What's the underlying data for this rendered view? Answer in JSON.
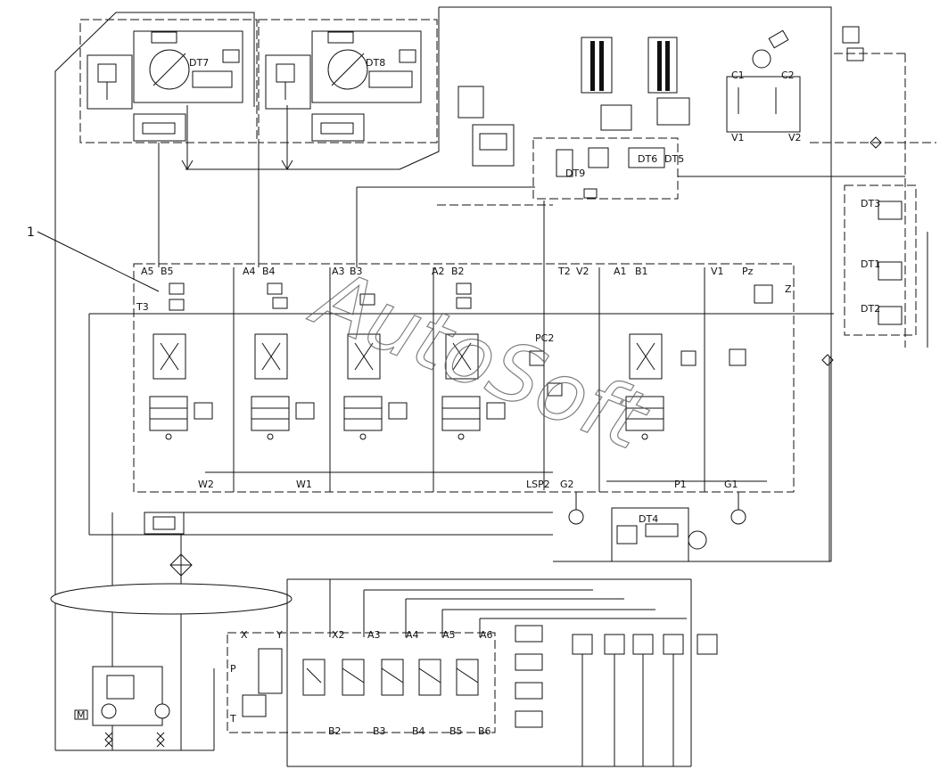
{
  "callout": {
    "number": "1"
  },
  "watermark": {
    "text": "AutoSoft"
  },
  "solenoids": {
    "dt7": "DT7",
    "dt8": "DT8",
    "dt9": "DT9",
    "dt6": "DT6",
    "dt5": "DT5",
    "dt3": "DT3",
    "dt1": "DT1",
    "dt2": "DT2",
    "dt4": "DT4"
  },
  "valve_block": {
    "a5": "A5",
    "b5": "B5",
    "t3": "T3",
    "a4": "A4",
    "b4": "B4",
    "a3": "A3",
    "b3": "B3",
    "a2": "A2",
    "b2": "B2",
    "t2": "T2",
    "v2": "V2",
    "a1": "A1",
    "b1": "B1",
    "v1": "V1",
    "pz": "Pz",
    "z": "Z",
    "pc2": "PC2",
    "w2": "W2",
    "w1": "W1",
    "lsp2": "LSP2",
    "g2": "G2",
    "p1": "P1",
    "g1": "G1"
  },
  "top_right_valve": {
    "c1": "C1",
    "c2": "C2",
    "v1": "V1",
    "v2": "V2"
  },
  "pilot_block": {
    "x": "X",
    "y": "Y",
    "p": "P",
    "t": "T",
    "x2": "X2",
    "a3": "A3",
    "a4": "A4",
    "a5": "A5",
    "a6": "A6",
    "b2": "B2",
    "b3": "B3",
    "b4": "B4",
    "b5": "B5",
    "b6": "B6"
  },
  "motor": {
    "label": "M"
  }
}
